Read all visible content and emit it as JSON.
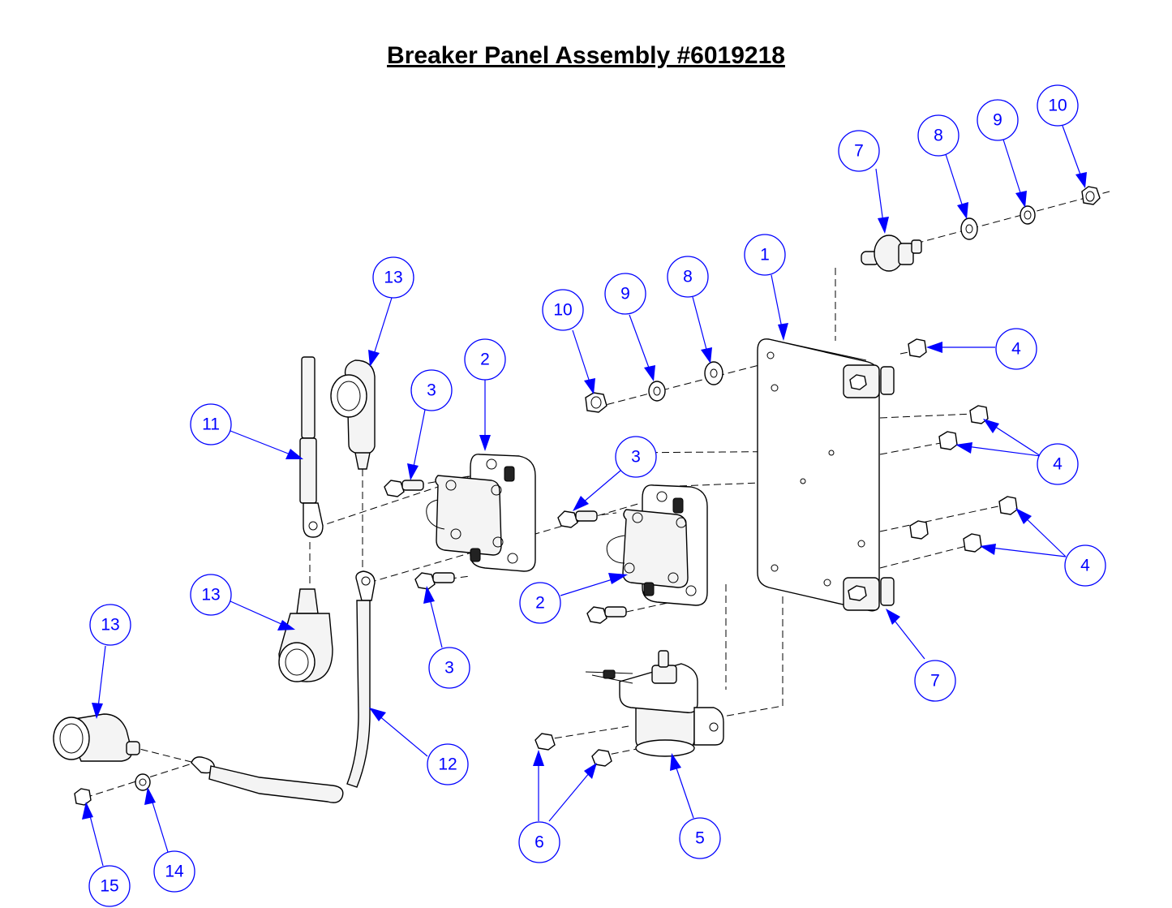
{
  "title": "Breaker Panel Assembly #6019218",
  "callouts": [
    {
      "label": "1"
    },
    {
      "label": "2"
    },
    {
      "label": "2"
    },
    {
      "label": "3"
    },
    {
      "label": "3"
    },
    {
      "label": "3"
    },
    {
      "label": "4"
    },
    {
      "label": "4"
    },
    {
      "label": "4"
    },
    {
      "label": "5"
    },
    {
      "label": "6"
    },
    {
      "label": "7"
    },
    {
      "label": "7"
    },
    {
      "label": "8"
    },
    {
      "label": "8"
    },
    {
      "label": "9"
    },
    {
      "label": "9"
    },
    {
      "label": "10"
    },
    {
      "label": "10"
    },
    {
      "label": "11"
    },
    {
      "label": "12"
    },
    {
      "label": "13"
    },
    {
      "label": "13"
    },
    {
      "label": "13"
    },
    {
      "label": "14"
    },
    {
      "label": "15"
    }
  ],
  "colors": {
    "callout": "#0000ff",
    "line": "#000000"
  }
}
